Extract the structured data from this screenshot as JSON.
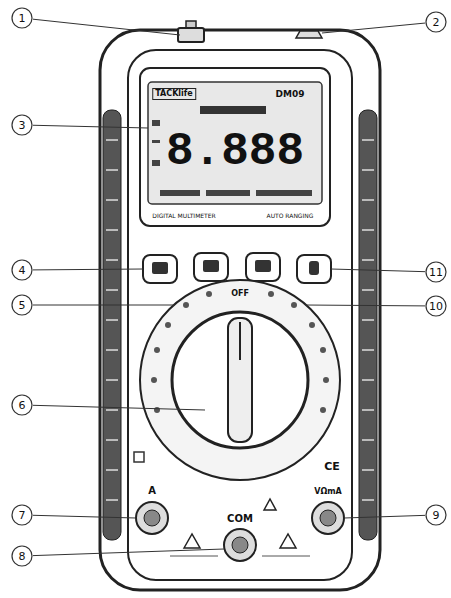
{
  "diagram": {
    "labels": [
      "1",
      "2",
      "3",
      "TACKlife",
      "DM09",
      "8.888",
      "DIGITAL MULTIMETER",
      "AUTO RANGING",
      "4",
      "11",
      "5",
      "10",
      "OFF",
      "6",
      "CE",
      "A",
      "COM",
      "VΩmA",
      "7",
      "9",
      "8"
    ]
  }
}
